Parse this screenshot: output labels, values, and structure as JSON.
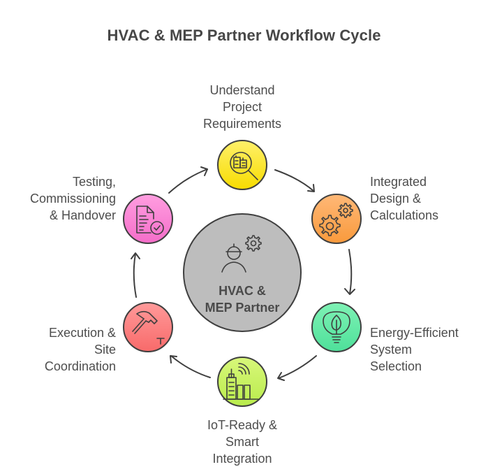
{
  "title": "HVAC & MEP Partner Workflow Cycle",
  "center": {
    "lines": [
      "HVAC &",
      "MEP Partner"
    ],
    "icon": "engineer-with-gear-icon",
    "color": "#bdbdbd"
  },
  "steps": [
    {
      "id": "understand",
      "lines": [
        "Understand",
        "Project",
        "Requirements"
      ],
      "icon": "building-magnifier-icon",
      "color_top": "#fff06a",
      "color_bottom": "#f7dc00"
    },
    {
      "id": "design",
      "lines": [
        "Integrated",
        "Design &",
        "Calculations"
      ],
      "icon": "gears-icon",
      "color_top": "#ffb877",
      "color_bottom": "#f99a3c"
    },
    {
      "id": "energy",
      "lines": [
        "Energy-Efficient",
        "System",
        "Selection"
      ],
      "icon": "eco-lightbulb-icon",
      "color_top": "#7ff2b5",
      "color_bottom": "#4ee09a"
    },
    {
      "id": "iot",
      "lines": [
        "IoT-Ready &",
        "Smart",
        "Integration"
      ],
      "icon": "smart-building-icon",
      "color_top": "#d8f77a",
      "color_bottom": "#b9ec4c"
    },
    {
      "id": "execution",
      "lines": [
        "Execution &",
        "Site",
        "Coordination"
      ],
      "icon": "hammer-nail-icon",
      "color_top": "#ff9a9a",
      "color_bottom": "#f86a6a"
    },
    {
      "id": "testing",
      "lines": [
        "Testing,",
        "Commissioning",
        "& Handover"
      ],
      "icon": "document-check-icon",
      "color_top": "#ff9ee0",
      "color_bottom": "#f56dc9"
    }
  ],
  "colors": {
    "stroke": "#3f3f3f",
    "text": "#4d4d4d"
  }
}
